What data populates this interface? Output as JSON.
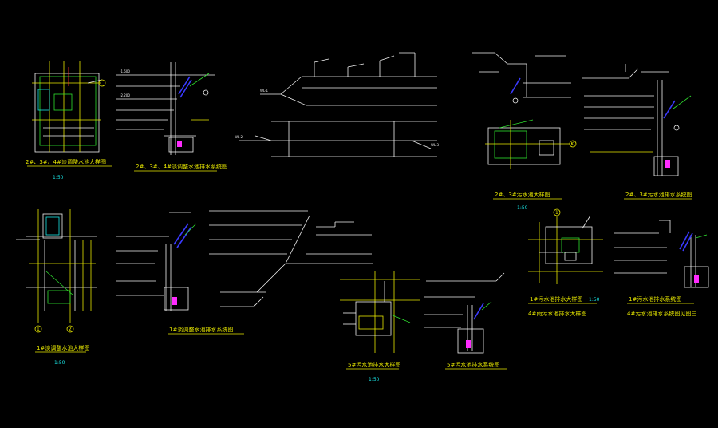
{
  "canvas": {
    "background": "#000000"
  },
  "colors": {
    "white": "#f2f2f2",
    "yellow": "#e8e800",
    "green": "#2fe02f",
    "blue": "#3a3aff",
    "magenta": "#ff2bff",
    "cyan": "#19e6e6",
    "red": "#ff3030"
  },
  "drawings": {
    "d1": {
      "title": "2#、3#、4#淡调整水池大样图",
      "scale": "1:50",
      "axis_mark": "J"
    },
    "d2": {
      "title": "2#、3#、4#淡调整水池排水系统图"
    },
    "d3": {
      "title": ""
    },
    "d4": {
      "title": "2#、3#污水池大样图",
      "scale": "1:50",
      "axis_mark": "K"
    },
    "d5": {
      "title": "2#、3#污水池排水系统图"
    },
    "d6": {
      "title": "1#淡调整水池大样图",
      "scale": "1:50",
      "axis_marks": [
        "1",
        "2"
      ]
    },
    "d7": {
      "title": "1#淡调整水池排水系统图"
    },
    "d8": {
      "title": ""
    },
    "d9": {
      "title": "5#污水池排水大样图",
      "scale": "1:50"
    },
    "d10": {
      "title": "5#污水池排水系统图"
    },
    "d11": {
      "title": "1#污水池排水大样图",
      "scale": "1:50",
      "subtitle": "4#雨污水池排水大样图",
      "axis_mark": "1"
    },
    "d12": {
      "title": "1#污水池排水系统图",
      "subtitle": "4#污水池排水系统图见图三"
    }
  }
}
